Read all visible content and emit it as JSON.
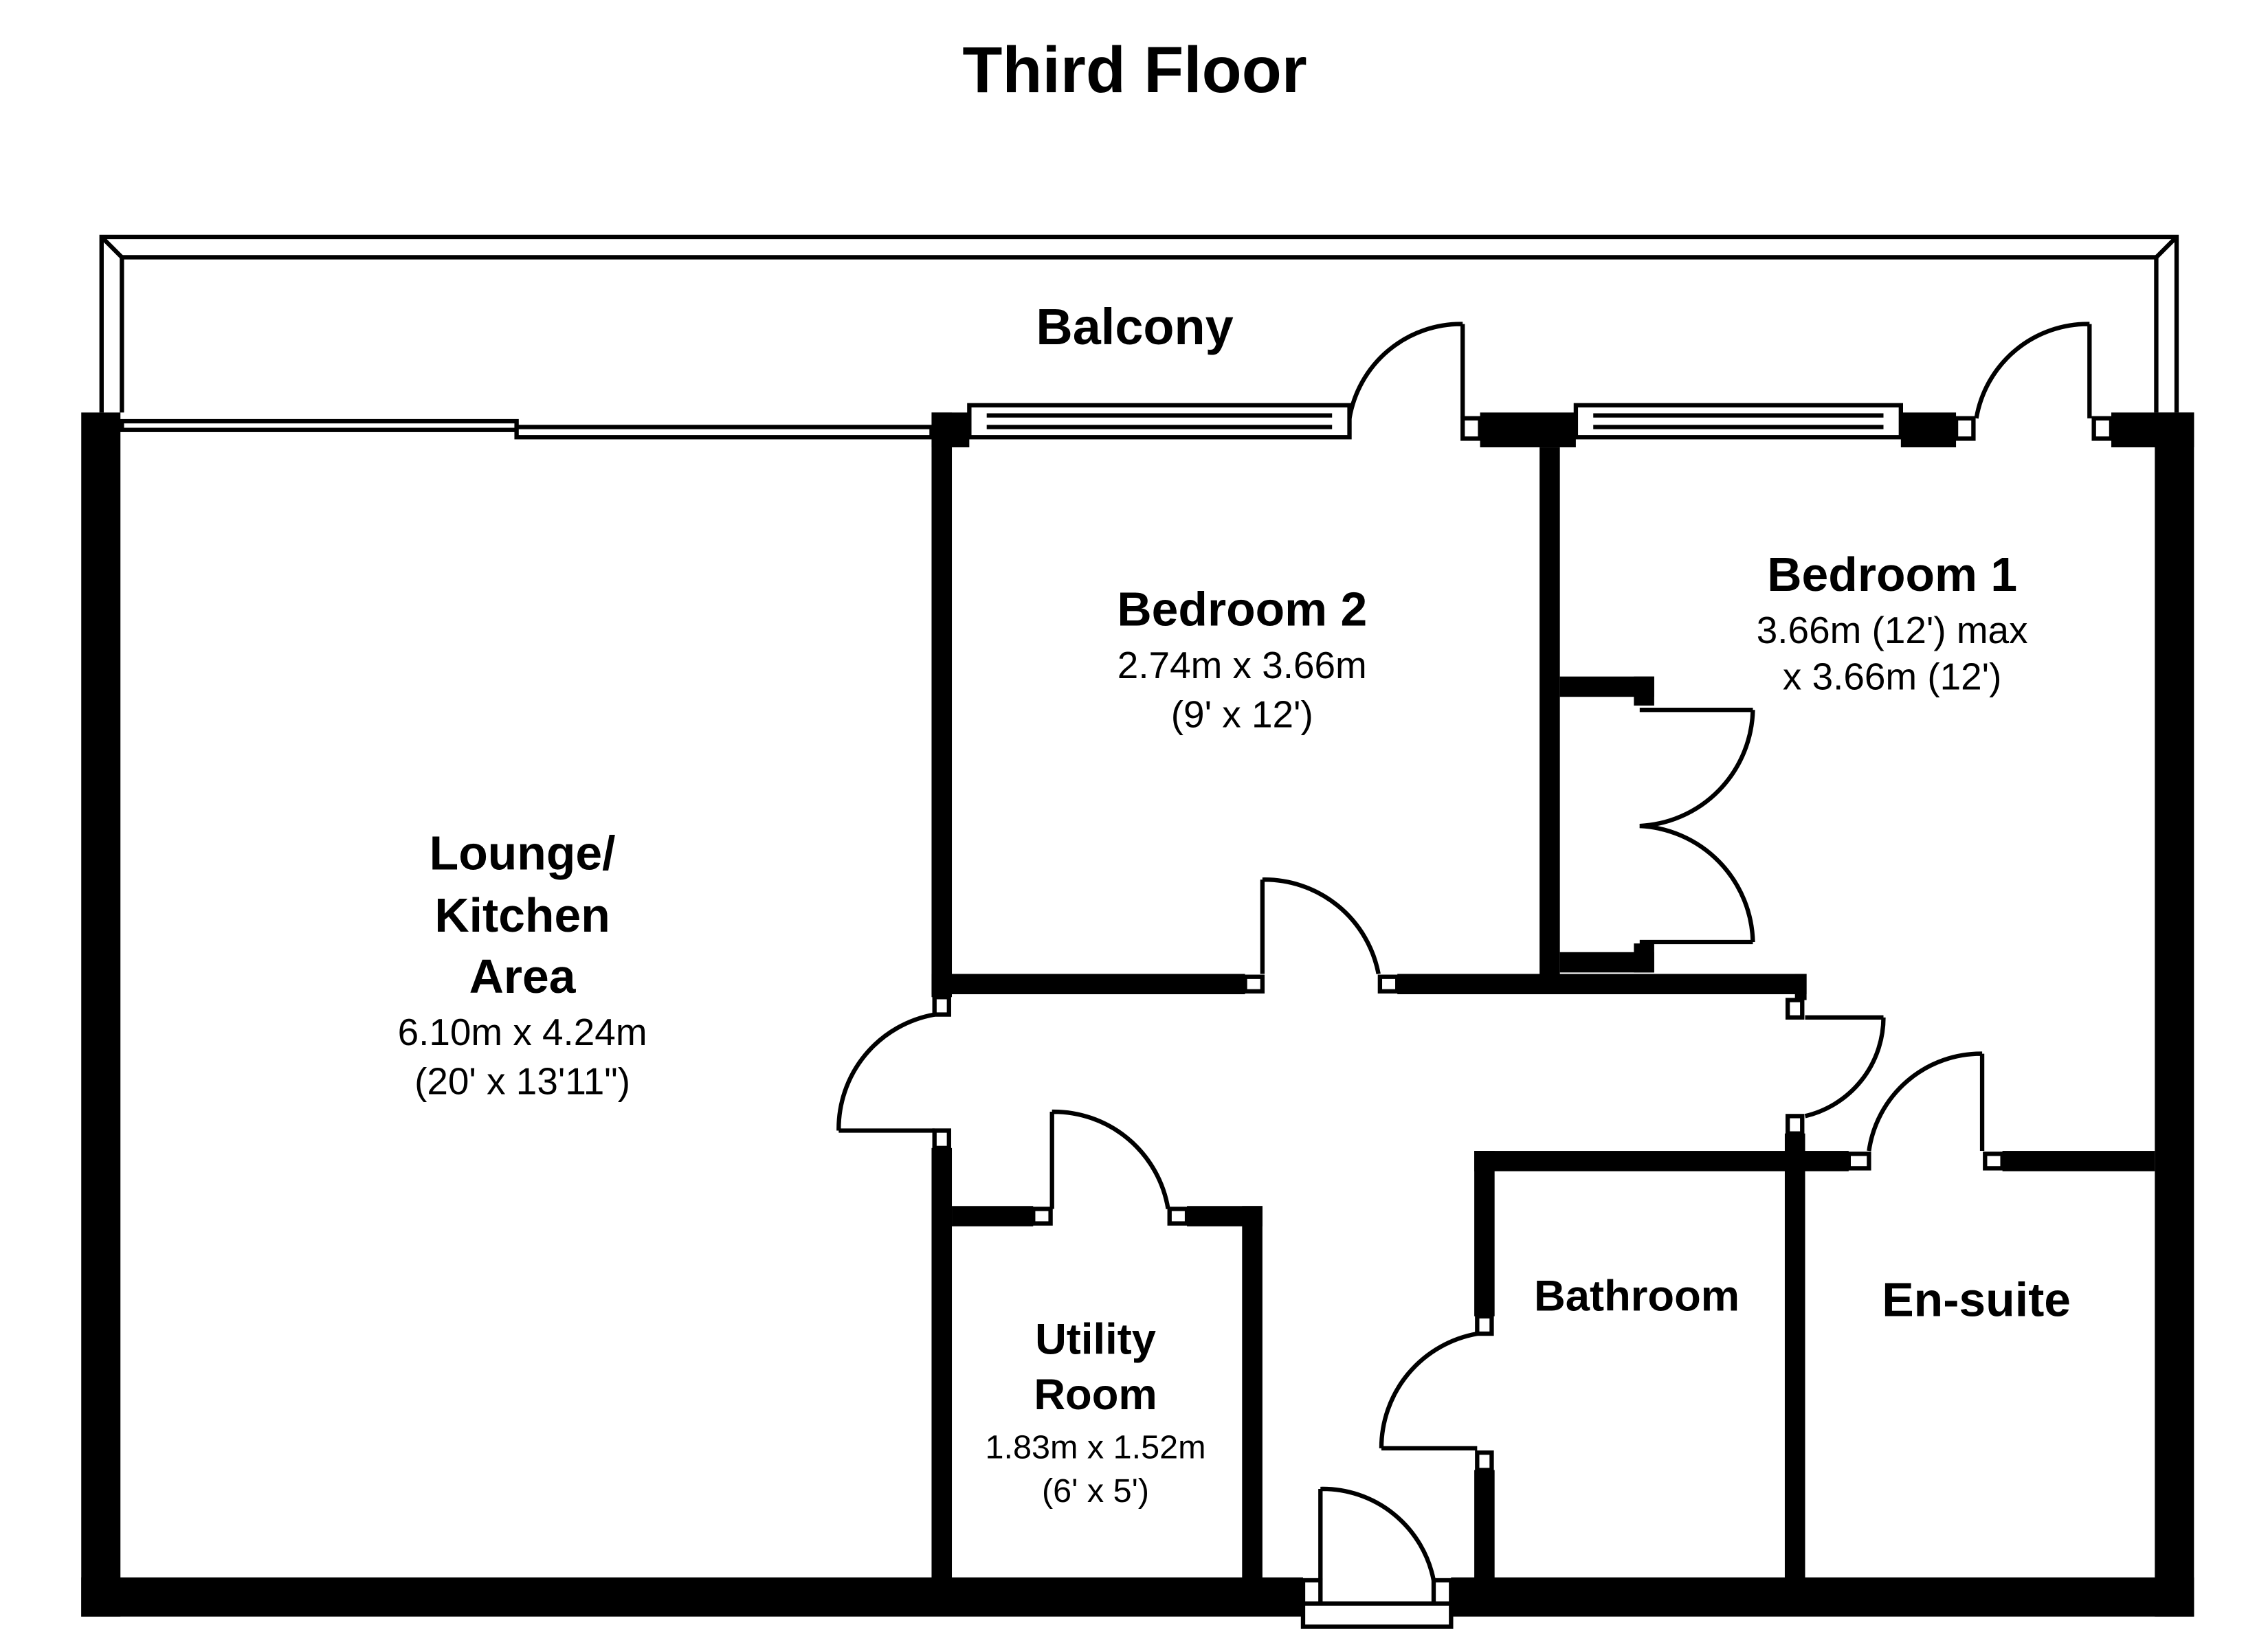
{
  "title": "Third Floor",
  "rooms": {
    "balcony": {
      "name": "Balcony"
    },
    "bedroom2": {
      "name": "Bedroom 2",
      "size_m": "2.74m x 3.66m",
      "size_ft": "(9' x 12')"
    },
    "bedroom1": {
      "name": "Bedroom 1",
      "size_m": "3.66m (12') max",
      "size_ft": "x 3.66m (12')"
    },
    "lounge": {
      "name_lines": [
        "Lounge/",
        "Kitchen",
        "Area"
      ],
      "size_m": "6.10m x 4.24m",
      "size_ft": "(20' x 13'11\")"
    },
    "utility": {
      "name_lines": [
        "Utility",
        "Room"
      ],
      "size_m": "1.83m x 1.52m",
      "size_ft": "(6' x 5')"
    },
    "bathroom": {
      "name": "Bathroom"
    },
    "ensuite": {
      "name": "En-suite"
    }
  }
}
